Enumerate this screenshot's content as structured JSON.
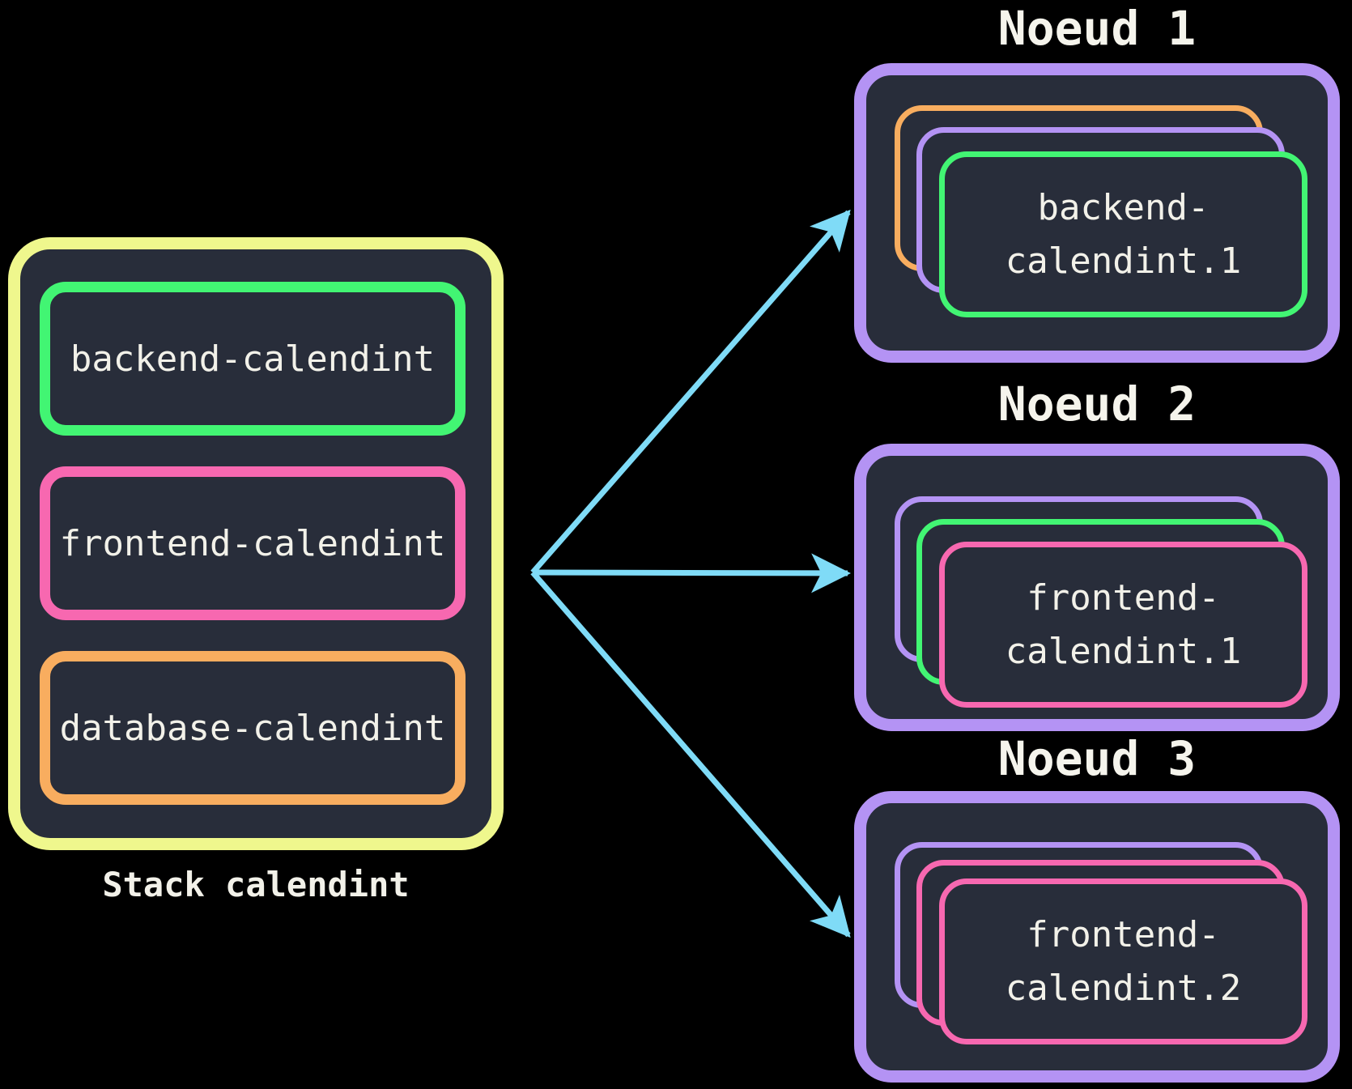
{
  "colors": {
    "background": "#000000",
    "box_fill": "#282d3a",
    "text": "#f2f1e9",
    "stack_border": "#eff78d",
    "node_border": "#b493f4",
    "arrow": "#7fdbf7",
    "service_green": "#42f573",
    "service_pink": "#f768b0",
    "service_orange": "#f8ad5f",
    "card_purple": "#b493f4"
  },
  "stack": {
    "label": "Stack calendint",
    "services": [
      {
        "name": "backend-calendint",
        "border_color": "#42f573"
      },
      {
        "name": "frontend-calendint",
        "border_color": "#f768b0"
      },
      {
        "name": "database-calendint",
        "border_color": "#f8ad5f"
      }
    ]
  },
  "nodes": [
    {
      "title": "Noeud 1",
      "layers": [
        {
          "border_color": "#f8ad5f"
        },
        {
          "border_color": "#b493f4"
        }
      ],
      "task": {
        "line1": "backend-",
        "line2": "calendint.1",
        "border_color": "#42f573"
      }
    },
    {
      "title": "Noeud 2",
      "layers": [
        {
          "border_color": "#b493f4"
        },
        {
          "border_color": "#42f573"
        }
      ],
      "task": {
        "line1": "frontend-",
        "line2": "calendint.1",
        "border_color": "#f768b0"
      }
    },
    {
      "title": "Noeud 3",
      "layers": [
        {
          "border_color": "#b493f4"
        },
        {
          "border_color": "#f768b0"
        }
      ],
      "task": {
        "line1": "frontend-",
        "line2": "calendint.2",
        "border_color": "#f768b0"
      }
    }
  ]
}
